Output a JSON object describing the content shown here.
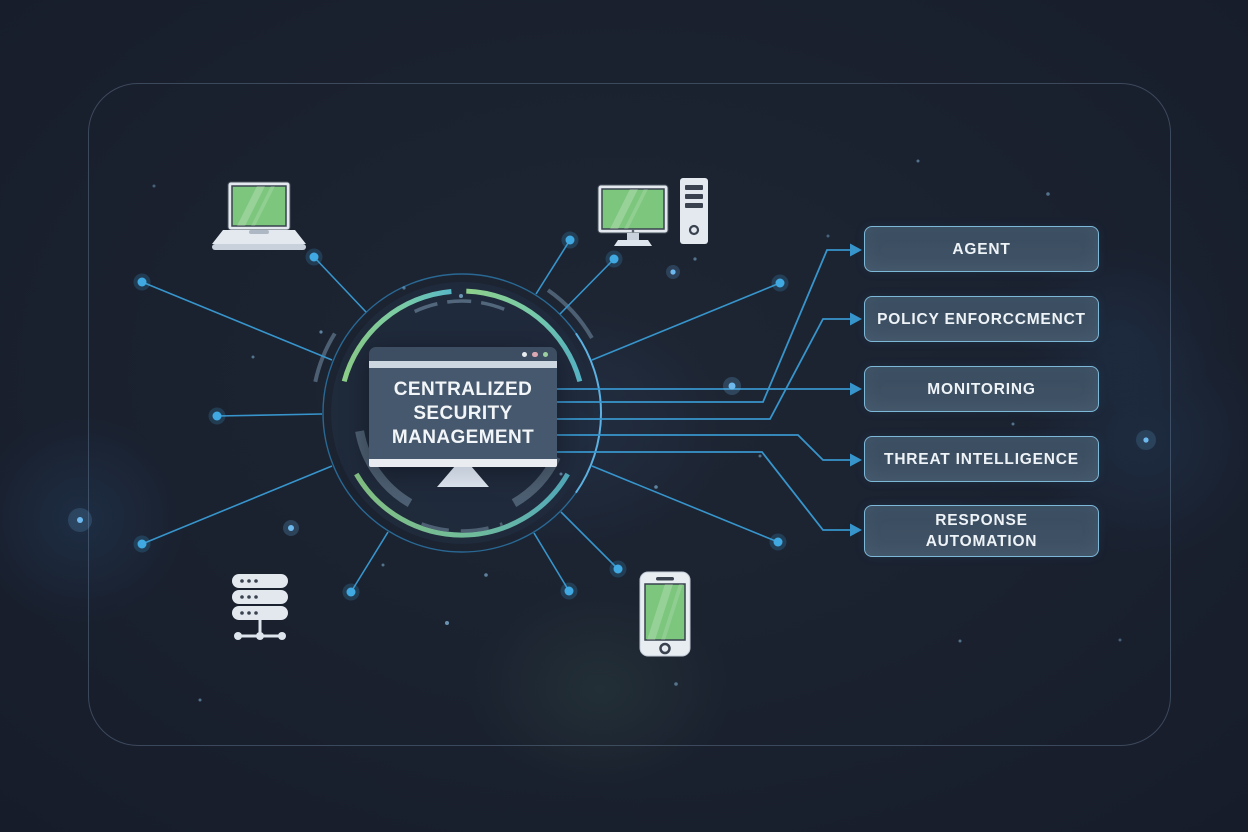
{
  "diagram": {
    "center": {
      "title": "CENTRALIZED SECURITY MANAGEMENT",
      "lines": [
        "CENTRALIZED",
        "SECURITY",
        "MANAGEMENT"
      ],
      "window_dots": [
        "white",
        "pink",
        "green"
      ]
    },
    "nodes": [
      {
        "label": "AGENT"
      },
      {
        "label": "POLICY ENFORCCMENCT"
      },
      {
        "label": "MONITORING"
      },
      {
        "label": "THREAT INTELLIGENCE"
      },
      {
        "label": "RESPONSE\nAUTOMATION"
      }
    ],
    "devices": [
      {
        "name": "laptop-icon"
      },
      {
        "name": "desktop-computer-icon"
      },
      {
        "name": "database-server-icon"
      },
      {
        "name": "smartphone-icon"
      }
    ],
    "colors": {
      "background": "#171d2b",
      "line_blue": "#3795cc",
      "dot_blue": "#41a9e2",
      "node_fill": "#3d4f62",
      "node_border": "#7db8d8",
      "screen_green": "#7cc67d",
      "ring_green": "#8ed08a",
      "ring_teal": "#58b8c8",
      "ring_blue": "#2b74a4",
      "monitor_slate": "#46586d",
      "text": "#f3f6f9"
    }
  }
}
